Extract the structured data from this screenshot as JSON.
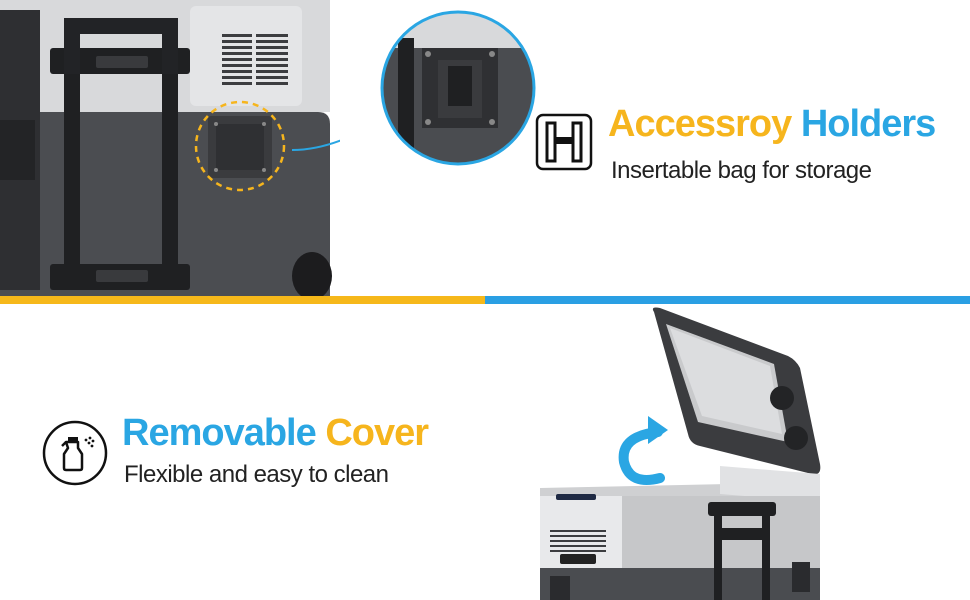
{
  "features": {
    "holders": {
      "icon": "holder-icon",
      "title_word1": "Accessroy",
      "title_word2": "Holders",
      "subtitle": "Insertable bag for storage"
    },
    "cover": {
      "icon": "spray-bottle-icon",
      "title_word1": "Removable",
      "title_word2": "Cover",
      "subtitle": "Flexible and easy to clean"
    }
  },
  "colors": {
    "yellow": "#f6b51d",
    "blue": "#2aa6e3",
    "cooler_body": "#4a4c50",
    "cooler_top": "#d7d8da"
  }
}
